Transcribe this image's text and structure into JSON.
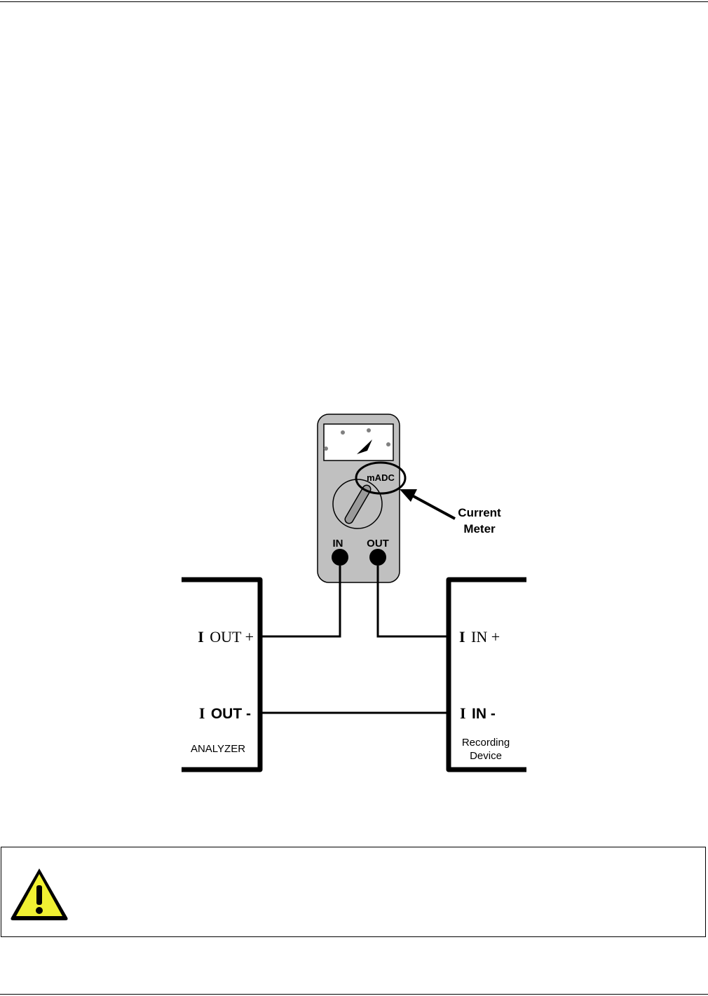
{
  "diagram": {
    "meter": {
      "range_label": "mADC",
      "in_label": "IN",
      "out_label": "OUT",
      "callout_line1": "Current",
      "callout_line2": "Meter"
    },
    "analyzer": {
      "out_plus_i": "I",
      "out_plus": "OUT +",
      "out_minus_i": "I",
      "out_minus": "OUT -",
      "label": "ANALYZER"
    },
    "recorder": {
      "in_plus_i": "I",
      "in_plus": "IN +",
      "in_minus_i": "I",
      "in_minus": "IN -",
      "label_line1": "Recording",
      "label_line2": "Device"
    }
  },
  "warning": {
    "icon": "warning-triangle-icon",
    "icon_color": "#f0f032"
  }
}
